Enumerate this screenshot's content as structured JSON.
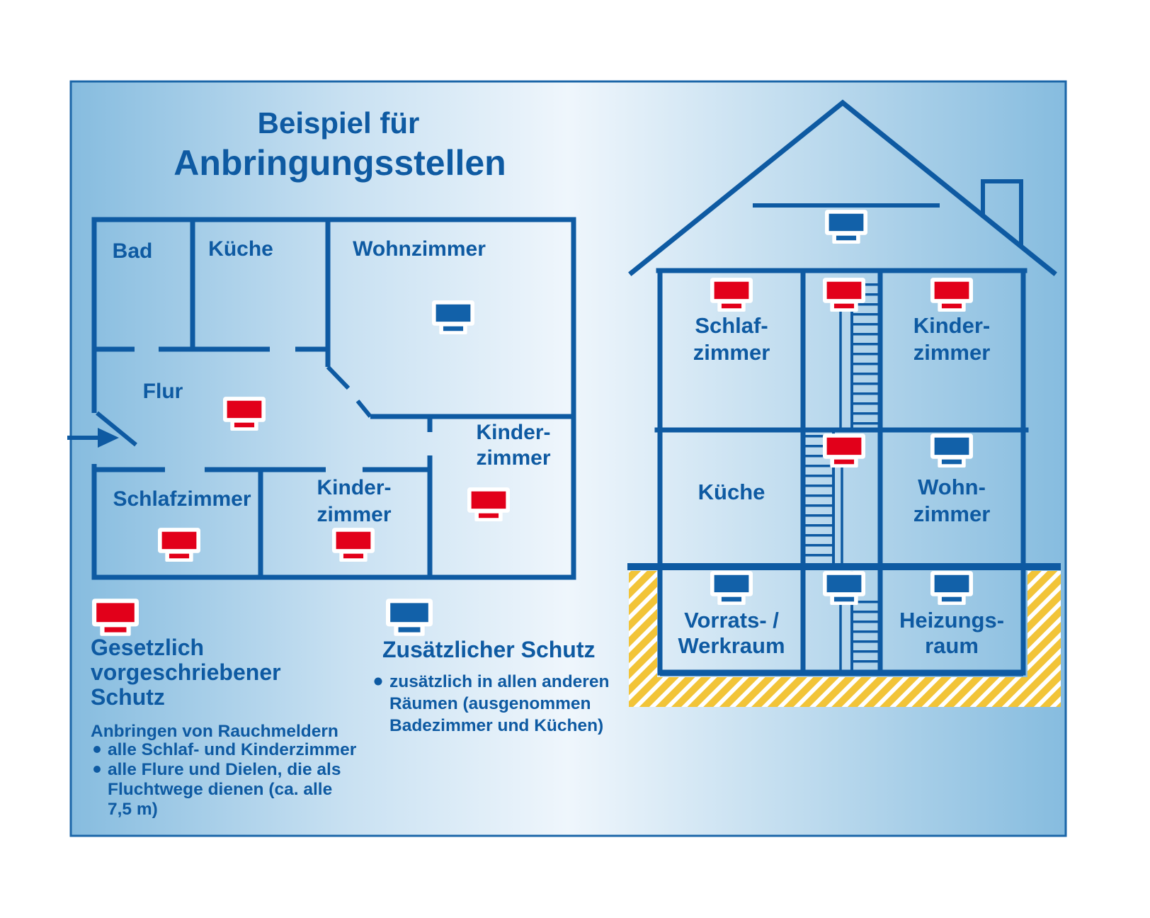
{
  "colors": {
    "diagram_blue": "#0e5aa2",
    "detector_red": "#e2001a",
    "detector_blue": "#1261a9",
    "ground_yellow": "#f2c438",
    "panel_border": "#1b66a8"
  },
  "title": {
    "line1": "Beispiel für",
    "line2": "Anbringungsstellen"
  },
  "floor_plan": {
    "bad": "Bad",
    "kueche": "Küche",
    "wohnzimmer": "Wohnzimmer",
    "flur": "Flur",
    "schlafzimmer": "Schlafzimmer",
    "kinderzimmer_mitte": {
      "line1": "Kinder-",
      "line2": "zimmer"
    },
    "kinderzimmer_rechts": {
      "line1": "Kinder-",
      "line2": "zimmer"
    }
  },
  "house": {
    "schlafzimmer": {
      "line1": "Schlaf-",
      "line2": "zimmer"
    },
    "kinderzimmer": {
      "line1": "Kinder-",
      "line2": "zimmer"
    },
    "kueche": "Küche",
    "wohnzimmer": {
      "line1": "Wohn-",
      "line2": "zimmer"
    },
    "vorrats_werkraum": {
      "line1": "Vorrats- /",
      "line2": "Werkraum"
    },
    "heizungsraum": {
      "line1": "Heizungs-",
      "line2": "raum"
    }
  },
  "legend_gesetzlich": {
    "icon": "smoke-detector-red-icon",
    "heading": {
      "line1": "Gesetzlich",
      "line2": "vorgeschriebener",
      "line3": "Schutz"
    },
    "subheading": "Anbringen von Rauchmeldern",
    "bullet1": "alle Schlaf- und Kinderzimmer",
    "bullet2": {
      "line1": "alle Flure und Dielen, die als",
      "line2": "Fluchtwege dienen (ca. alle",
      "line3": "7,5 m)"
    }
  },
  "legend_zusaetzlich": {
    "icon": "smoke-detector-blue-icon",
    "heading": "Zusätzlicher Schutz",
    "bullet1": {
      "line1": "zusätzlich in allen anderen",
      "line2": "Räumen (ausgenommen",
      "line3": "Badezimmer und Küchen)"
    }
  }
}
